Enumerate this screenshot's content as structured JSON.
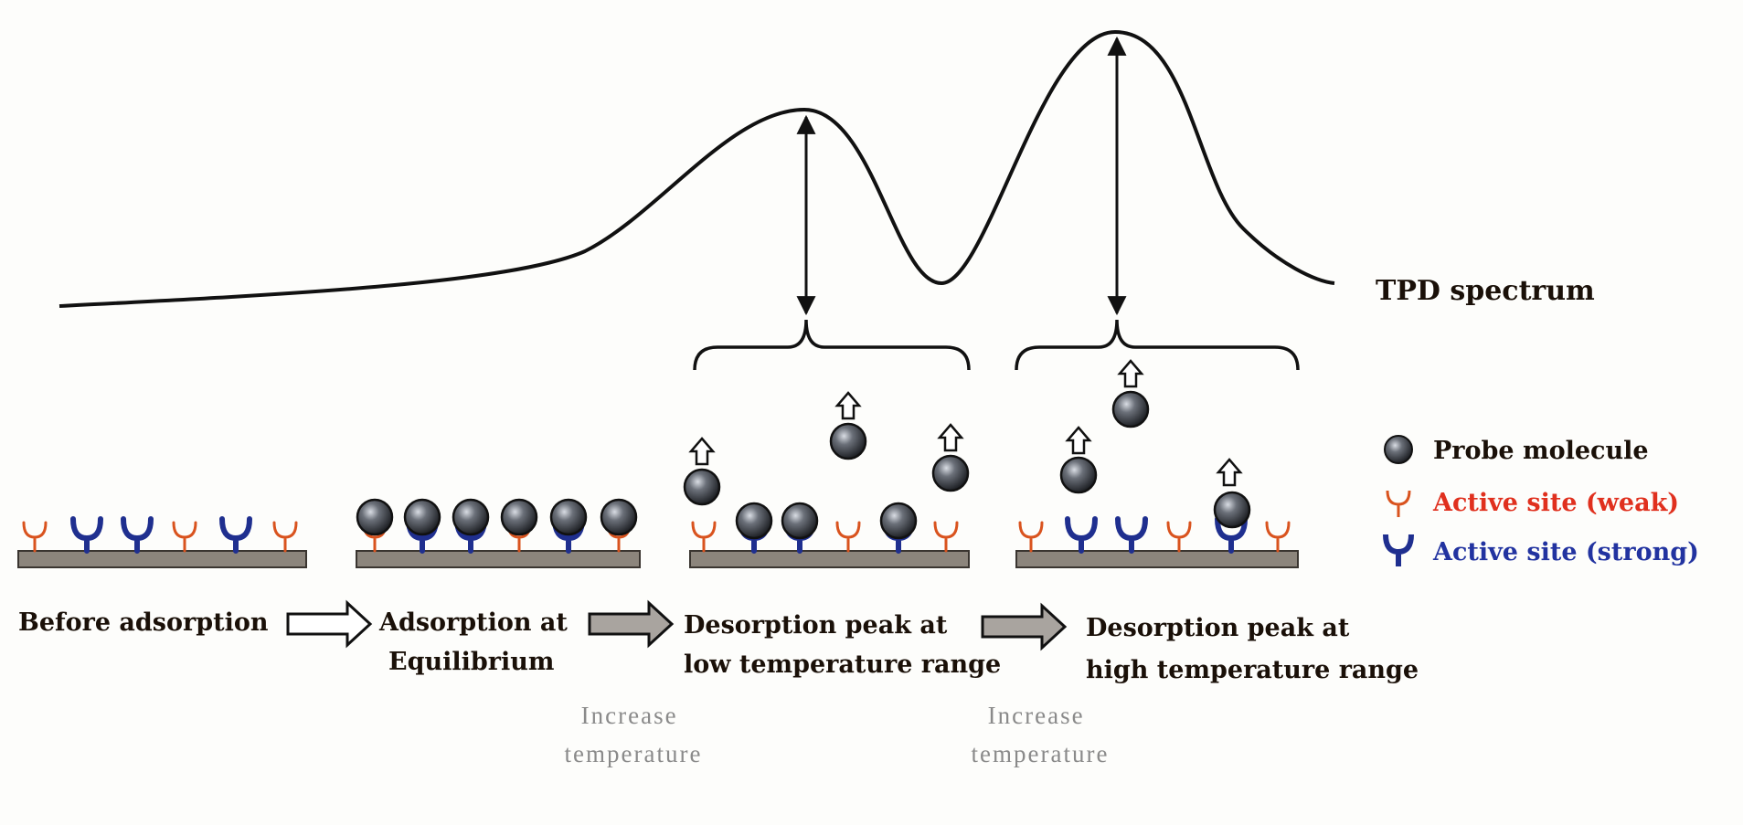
{
  "spectrum_label": "TPD spectrum",
  "legend": {
    "probe": "Probe molecule",
    "weak": "Active site (weak)",
    "strong": "Active site (strong)"
  },
  "stages": [
    {
      "lines": [
        "Before adsorption"
      ]
    },
    {
      "lines": [
        "Adsorption at",
        "Equilibrium"
      ]
    },
    {
      "lines": [
        "Desorption peak at",
        "low temperature range"
      ]
    },
    {
      "lines": [
        "Desorption peak at",
        "high temperature range"
      ]
    }
  ],
  "increase_labels": [
    {
      "lines": [
        "Increase",
        "temperature"
      ]
    },
    {
      "lines": [
        "Increase",
        "temperature"
      ]
    }
  ],
  "colors": {
    "weak_site": "#d9531e",
    "strong_site": "#1f2f8f",
    "surface": "#8c857c",
    "surface_edge": "#3a3530",
    "probe": "#2a2d33",
    "text": "#1a1008",
    "legend_weak_text": "#e0301e",
    "legend_strong_text": "#2233a0",
    "increase_text": "#8a8a8a"
  }
}
